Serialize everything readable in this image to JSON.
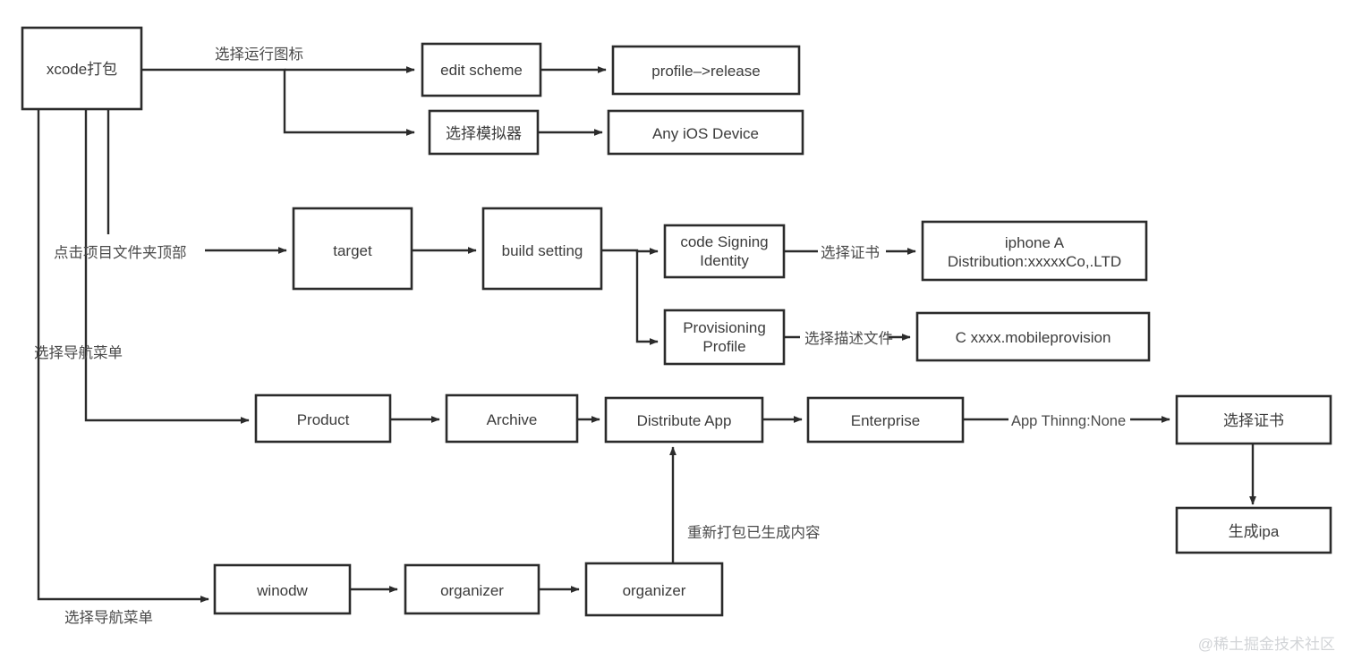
{
  "diagram": {
    "type": "flowchart",
    "title": "xcode 打包流程图",
    "background": "#ffffff",
    "stroke_color": "#2b2b2b",
    "text_color": "#3b3b3b",
    "label_color": "#4a4a4a",
    "nodes": [
      {
        "id": "xcode",
        "label": "xcode打包"
      },
      {
        "id": "edit_scheme",
        "label": "edit scheme"
      },
      {
        "id": "profile",
        "label": "profile–>release"
      },
      {
        "id": "simulator",
        "label": "选择模拟器"
      },
      {
        "id": "any_ios",
        "label": "Any iOS Device"
      },
      {
        "id": "target",
        "label": "target"
      },
      {
        "id": "build_setting",
        "label": "build setting"
      },
      {
        "id": "code_signing_1",
        "label": "code Signing"
      },
      {
        "id": "code_signing_2",
        "label": "Identity"
      },
      {
        "id": "iphone_a_1",
        "label": "iphone A"
      },
      {
        "id": "iphone_a_2",
        "label": "Distribution:xxxxxCo,.LTD"
      },
      {
        "id": "provision_1",
        "label": "Provisioning"
      },
      {
        "id": "provision_2",
        "label": "Profile"
      },
      {
        "id": "mobileprov",
        "label": "C xxxx.mobileprovision"
      },
      {
        "id": "product",
        "label": "Product"
      },
      {
        "id": "archive",
        "label": "Archive"
      },
      {
        "id": "distribute",
        "label": "Distribute App"
      },
      {
        "id": "enterprise",
        "label": "Enterprise"
      },
      {
        "id": "select_cert",
        "label": "选择证书"
      },
      {
        "id": "generate_ipa",
        "label": "生成ipa"
      },
      {
        "id": "winodw",
        "label": "winodw"
      },
      {
        "id": "organizer_1",
        "label": "organizer"
      },
      {
        "id": "organizer_2",
        "label": "organizer"
      }
    ],
    "edge_labels": [
      {
        "id": "run_icon",
        "label": "选择运行图标"
      },
      {
        "id": "click_folder",
        "label": "点击项目文件夹顶部"
      },
      {
        "id": "nav_menu_mid",
        "label": "选择导航菜单"
      },
      {
        "id": "nav_menu_bot",
        "label": "选择导航菜单"
      },
      {
        "id": "select_cert_lbl",
        "label": "选择证书"
      },
      {
        "id": "select_desc",
        "label": "选择描述文件"
      },
      {
        "id": "app_thinning",
        "label": "App Thinng:None"
      },
      {
        "id": "repackage",
        "label": "重新打包已生成内容"
      }
    ],
    "watermark": "@稀土掘金技术社区"
  }
}
